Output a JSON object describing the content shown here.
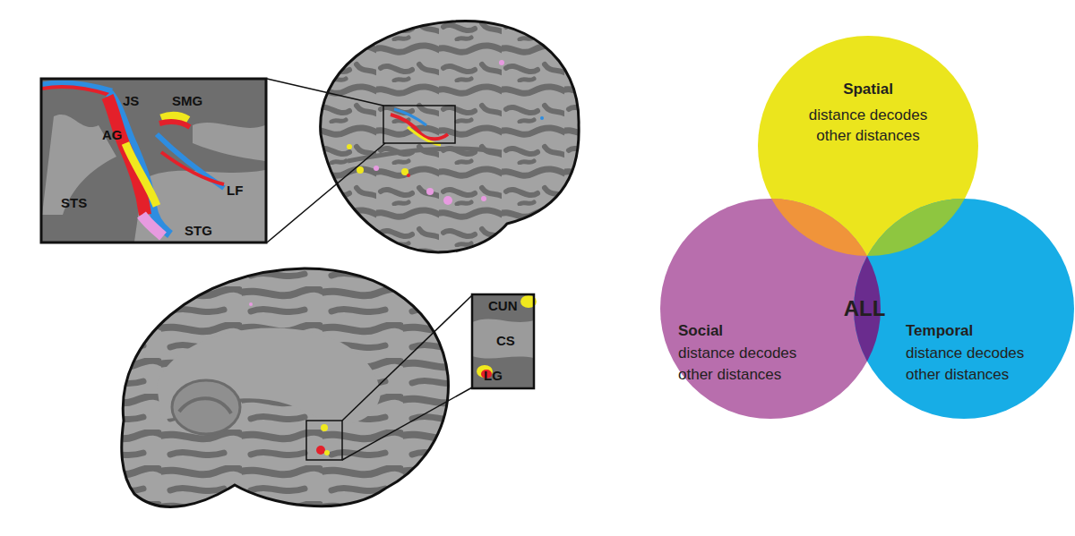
{
  "diagram": {
    "nodes": [
      {
        "text": [
          "Spatial",
          "distance decodes other distances"
        ]
      },
      {
        "text": [
          "ALL"
        ]
      },
      {
        "text": [
          "Social",
          "distance decodes other distances"
        ]
      },
      {
        "text": [
          "Temporal",
          "distance decodes other distances"
        ]
      }
    ],
    "labels": [
      "JS",
      "SMG",
      "AG",
      "STS",
      "LF",
      "STG",
      "CUN",
      "CS",
      "LG"
    ]
  }
}
